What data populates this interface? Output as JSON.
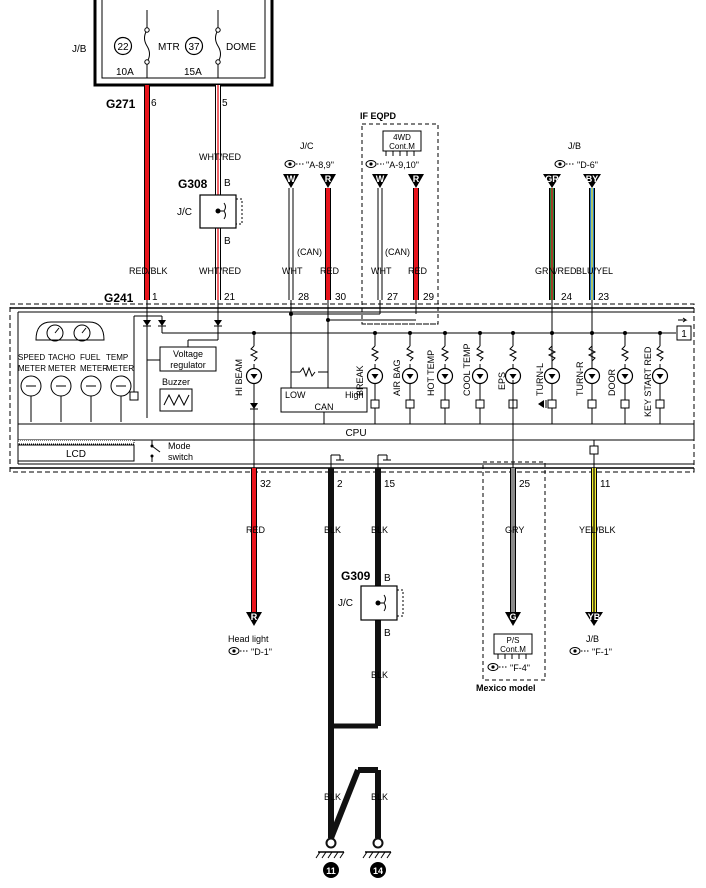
{
  "jb_box": {
    "label": "J/B",
    "fuse_mtr": {
      "number": "22",
      "name": "MTR",
      "rating": "10A"
    },
    "fuse_dome": {
      "number": "37",
      "name": "DOME",
      "rating": "15A"
    }
  },
  "connectors": {
    "g271": "G271",
    "g241": "G241",
    "g308": "G308",
    "g309": "G309"
  },
  "pins": {
    "g271_6": "6",
    "g271_5": "5",
    "g241_1": "1",
    "g241_21": "21",
    "g241_28": "28",
    "g241_30": "30",
    "g241_27": "27",
    "g241_29": "29",
    "g241_24": "24",
    "g241_23": "23",
    "g241_32": "32",
    "g241_2": "2",
    "g241_15": "15",
    "g241_25": "25",
    "g241_11": "11"
  },
  "wires": {
    "red_blk": "RED/BLK",
    "wht_red": "WHT/RED",
    "wht": "WHT",
    "red": "RED",
    "grn_red": "GRN/RED",
    "blu_yel": "BLU/YEL",
    "blk": "BLK",
    "gry": "GRY",
    "yel_blk": "YEL/BLK"
  },
  "jc": {
    "label": "J/C",
    "b": "B",
    "can": "(CAN)",
    "ref_a89": "\"A-8,9\"",
    "ref_a910": "\"A-9,10\"",
    "jb": "J/B",
    "ref_d6": "\"D-6\""
  },
  "eqpd": {
    "title": "IF EQPD",
    "module_line1": "4WD",
    "module_line2": "Cont.M"
  },
  "connector_letters": {
    "w": "W",
    "r": "R",
    "gr": "GR",
    "by": "BY",
    "g": "G",
    "yb": "YB"
  },
  "meter": {
    "gauges": [
      {
        "line1": "SPEED",
        "line2": "METER"
      },
      {
        "line1": "TACHO",
        "line2": "METER"
      },
      {
        "line1": "FUEL",
        "line2": "METER"
      },
      {
        "line1": "TEMP",
        "line2": "METER"
      }
    ],
    "voltage_line1": "Voltage",
    "voltage_line2": "regulator",
    "buzzer": "Buzzer",
    "lcd": "LCD",
    "mode_line1": "Mode",
    "mode_line2": "switch",
    "cpu": "CPU",
    "can_low": "LOW",
    "can_high": "High",
    "can_label": "CAN",
    "indicators": {
      "hibeam": "HI BEAM",
      "break": "BREAK",
      "airbag": "AIR BAG",
      "hottemp": "HOT TEMP",
      "cooltemp": "COOL TEMP",
      "eps": "EPS",
      "turnl": "TURN-L",
      "turnr": "TURN-R",
      "door": "DOOR",
      "keystart": "KEY START RED"
    },
    "page_ref": "1"
  },
  "outputs": {
    "headlight": "Head light",
    "ref_d1": "\"D-1\"",
    "ps_line1": "P/S",
    "ps_line2": "Cont.M",
    "ref_f4": "\"F-4\"",
    "mexico": "Mexico model",
    "jb": "J/B",
    "ref_f1": "\"F-1\""
  },
  "grounds": {
    "g11": "11",
    "g14": "14"
  },
  "colors": {
    "red": "#e8141c",
    "wht": "#ffffff",
    "grn": "#1f8a3c",
    "blu": "#2a7fd4",
    "yel": "#f2ee30",
    "gry": "#8a8a8a",
    "blk": "#111111"
  }
}
